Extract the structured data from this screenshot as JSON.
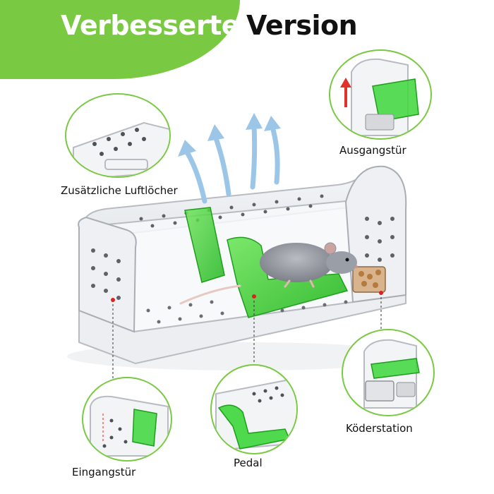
{
  "headline": {
    "word_highlight": "Verbesserte",
    "word_plain": "Version"
  },
  "features": {
    "air_holes": "Zusätzliche Luftlöcher",
    "exit_door": "Ausgangstür",
    "bait_station": "Köderstation",
    "entrance_door": "Eingangstür",
    "pedal": "Pedal"
  },
  "colors": {
    "accent": "#7ac943",
    "green_plate": "#3dd63a",
    "plastic_edge": "#b8bcc2",
    "arrow_blue": "#9cc6e8",
    "exit_arrow": "#e0312b",
    "leader_red": "#e02020"
  },
  "icons": {
    "airflow": "airflow-arrows-icon",
    "lift": "up-arrow-icon"
  }
}
